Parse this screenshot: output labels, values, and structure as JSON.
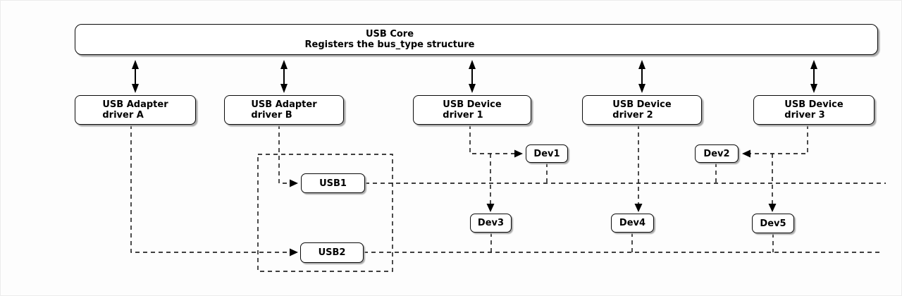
{
  "colors": {
    "background": "#fdfdfd",
    "box_fill": "#ffffff",
    "box_border": "#000000",
    "line": "#000000",
    "shadow": "#a9a9a9"
  },
  "diagram": {
    "core": {
      "title": "USB Core",
      "subtitle": "Registers the bus_type structure"
    },
    "drivers": [
      {
        "line1": "USB Adapter",
        "line2": "driver A"
      },
      {
        "line1": "USB Adapter",
        "line2": "driver B"
      },
      {
        "line1": "USB Device",
        "line2": "driver 1"
      },
      {
        "line1": "USB Device",
        "line2": "driver 2"
      },
      {
        "line1": "USB Device",
        "line2": "driver 3"
      }
    ],
    "buses": [
      {
        "label": "USB1"
      },
      {
        "label": "USB2"
      }
    ],
    "devices": [
      {
        "label": "Dev1"
      },
      {
        "label": "Dev2"
      },
      {
        "label": "Dev3"
      },
      {
        "label": "Dev4"
      },
      {
        "label": "Dev5"
      }
    ],
    "edges": [
      {
        "from": "USB Core",
        "to": "USB Adapter driver A",
        "style": "double-arrow"
      },
      {
        "from": "USB Core",
        "to": "USB Adapter driver B",
        "style": "double-arrow"
      },
      {
        "from": "USB Core",
        "to": "USB Device driver 1",
        "style": "double-arrow"
      },
      {
        "from": "USB Core",
        "to": "USB Device driver 2",
        "style": "double-arrow"
      },
      {
        "from": "USB Core",
        "to": "USB Device driver 3",
        "style": "double-arrow"
      },
      {
        "from": "USB Adapter driver A",
        "to": "USB2",
        "style": "dashed-arrow"
      },
      {
        "from": "USB Adapter driver B",
        "to": "USB1",
        "style": "dashed-arrow"
      },
      {
        "from": "USB Device driver 1",
        "to": "Dev1",
        "style": "dashed-arrow"
      },
      {
        "from": "USB Device driver 1",
        "to": "Dev3",
        "style": "dashed-arrow"
      },
      {
        "from": "USB Device driver 2",
        "to": "Dev4",
        "style": "dashed-arrow"
      },
      {
        "from": "USB Device driver 3",
        "to": "Dev2",
        "style": "dashed-arrow"
      },
      {
        "from": "USB Device driver 3",
        "to": "Dev5",
        "style": "dashed-arrow"
      },
      {
        "from": "Dev1",
        "to": "USB1 bus line",
        "style": "dashed"
      },
      {
        "from": "Dev2",
        "to": "USB1 bus line",
        "style": "dashed"
      },
      {
        "from": "Dev3",
        "to": "USB2 bus line",
        "style": "dashed"
      },
      {
        "from": "Dev4",
        "to": "USB2 bus line",
        "style": "dashed"
      },
      {
        "from": "Dev5",
        "to": "USB2 bus line",
        "style": "dashed"
      }
    ]
  }
}
